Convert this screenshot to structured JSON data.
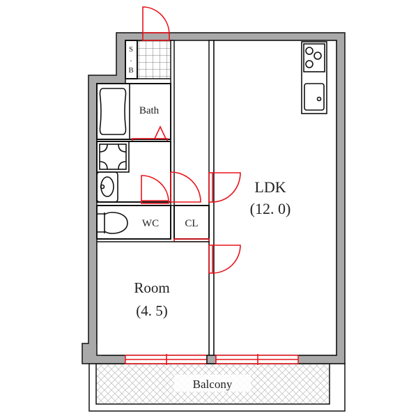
{
  "plan": {
    "rooms": {
      "ldk": {
        "name": "LDK",
        "size": "(12. 0)"
      },
      "room": {
        "name": "Room",
        "size": "(4. 5)"
      },
      "bath": {
        "name": "Bath"
      },
      "wc": {
        "name": "WC"
      },
      "closet": {
        "name": "CL"
      },
      "shoe_box": {
        "name_top": "S",
        "name_mid": ".",
        "name_bottom": "B"
      },
      "balcony": {
        "name": "Balcony"
      }
    },
    "colors": {
      "wall": "#a9a9a9",
      "door": "#e8141b",
      "line": "#111111"
    }
  }
}
